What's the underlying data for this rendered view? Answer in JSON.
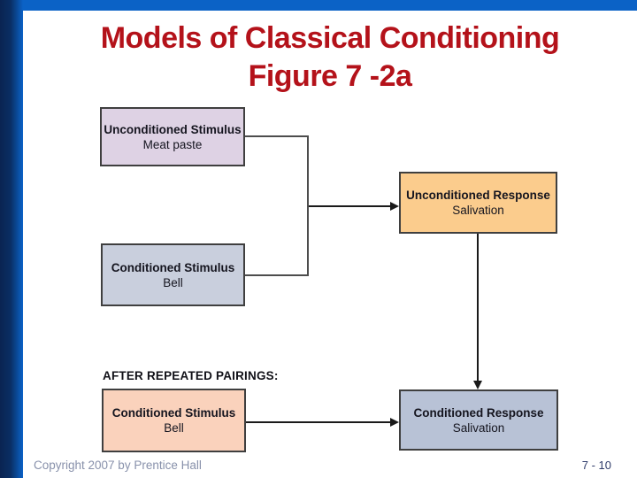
{
  "slide": {
    "title_line1": "Models of Classical Conditioning",
    "title_line2": "Figure 7 -2a"
  },
  "diagram": {
    "section_label": "AFTER REPEATED PAIRINGS:",
    "boxes": [
      {
        "id": "unconditioned-stimulus",
        "title": "Unconditioned Stimulus",
        "subtitle": "Meat paste",
        "bg": "#ded2e4"
      },
      {
        "id": "unconditioned-response",
        "title": "Unconditioned Response",
        "subtitle": "Salivation",
        "bg": "#fbcc8d"
      },
      {
        "id": "conditioned-stimulus",
        "title": "Conditioned Stimulus",
        "subtitle": "Bell",
        "bg": "#c9cfdd"
      },
      {
        "id": "conditioned-stimulus-after-pairing",
        "title": "Conditioned Stimulus",
        "subtitle": "Bell",
        "bg": "#fad2bc"
      },
      {
        "id": "conditioned-response",
        "title": "Conditioned Response",
        "subtitle": "Salivation",
        "bg": "#b8c2d6"
      }
    ],
    "connectors": [
      "unconditioned-stimulus + conditioned-stimulus -> unconditioned-response",
      "unconditioned-response -> conditioned-response",
      "conditioned-stimulus-after-pairing -> conditioned-response"
    ]
  },
  "footer": {
    "copyright": "Copyright 2007 by Prentice Hall",
    "page_number": "7 - 10"
  },
  "colors": {
    "title_red": "#b4121a",
    "bar_blue": "#0b62c6",
    "bar_navy": "#0a2452",
    "box_border": "#3f3f3f",
    "bracket_gray": "#4d4d4d",
    "arrow_black": "#1a1a1a"
  }
}
